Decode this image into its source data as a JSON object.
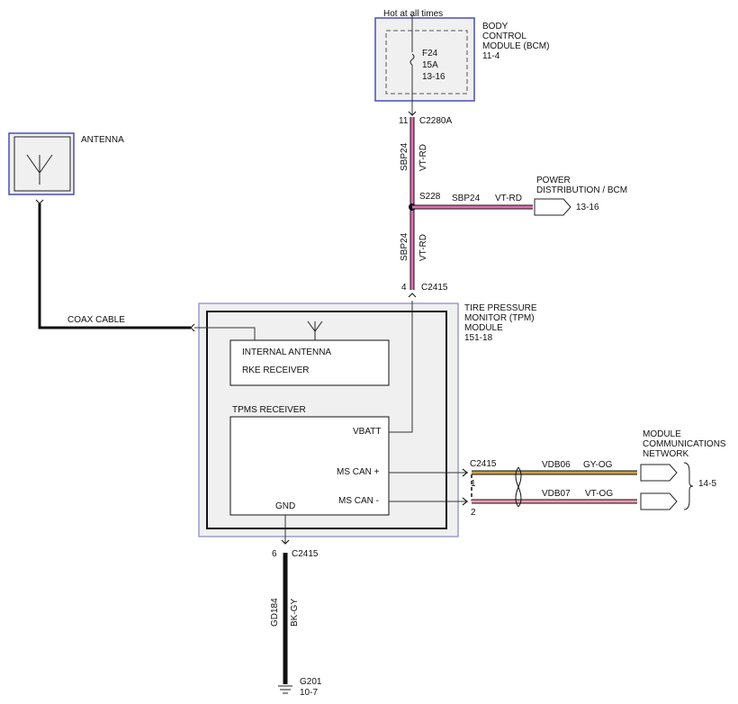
{
  "bcm": {
    "hot_label": "Hot at all times",
    "title_lines": [
      "BODY",
      "CONTROL",
      "MODULE (BCM)",
      "11-4"
    ],
    "fuse": {
      "id": "F24",
      "rating": "15A",
      "ref": "13-16"
    }
  },
  "connectors": {
    "c2280a": {
      "pin": "11",
      "name": "C2280A"
    },
    "c2415_vbatt": {
      "pin": "4",
      "name": "C2415"
    },
    "c2415_can": {
      "name": "C2415",
      "pin_plus": "1",
      "pin_minus": "2"
    },
    "c2415_gnd": {
      "pin": "6",
      "name": "C2415"
    }
  },
  "wires": {
    "upper": {
      "circuit": "SBP24",
      "color": "VT-RD"
    },
    "lower": {
      "circuit": "SBP24",
      "color": "VT-RD"
    },
    "branch": {
      "circuit": "SBP24",
      "color": "VT-RD"
    },
    "can_plus": {
      "circuit": "VDB06",
      "color": "GY-OG"
    },
    "can_minus": {
      "circuit": "VDB07",
      "color": "VT-OG"
    },
    "ground": {
      "circuit": "GD184",
      "color": "BK-GY"
    },
    "coax": {
      "label": "COAX CABLE"
    }
  },
  "splice": {
    "name": "S228"
  },
  "power_dist": {
    "lines": [
      "POWER",
      "DISTRIBUTION / BCM"
    ],
    "ref": "13-16"
  },
  "antenna": {
    "label": "ANTENNA"
  },
  "tpm": {
    "title_lines": [
      "TIRE PRESSURE",
      "MONITOR (TPM)",
      "MODULE",
      "151-18"
    ],
    "internal_antenna": "INTERNAL ANTENNA",
    "rke_receiver": "RKE RECEIVER",
    "tpms_receiver": "TPMS RECEIVER",
    "vbatt": "VBATT",
    "ms_can_plus": "MS CAN +",
    "ms_can_minus": "MS CAN -",
    "gnd": "GND"
  },
  "network": {
    "lines": [
      "MODULE",
      "COMMUNICATIONS",
      "NETWORK"
    ],
    "ref": "14-5"
  },
  "ground_point": {
    "name": "G201",
    "ref": "10-7"
  },
  "colors": {
    "violet_red": "#e36fb5",
    "gray_orange": "#c9a046",
    "violet_orange": "#ef9cb2",
    "box_border": "#4a4fb0",
    "box_fill": "#f0f0f0"
  }
}
